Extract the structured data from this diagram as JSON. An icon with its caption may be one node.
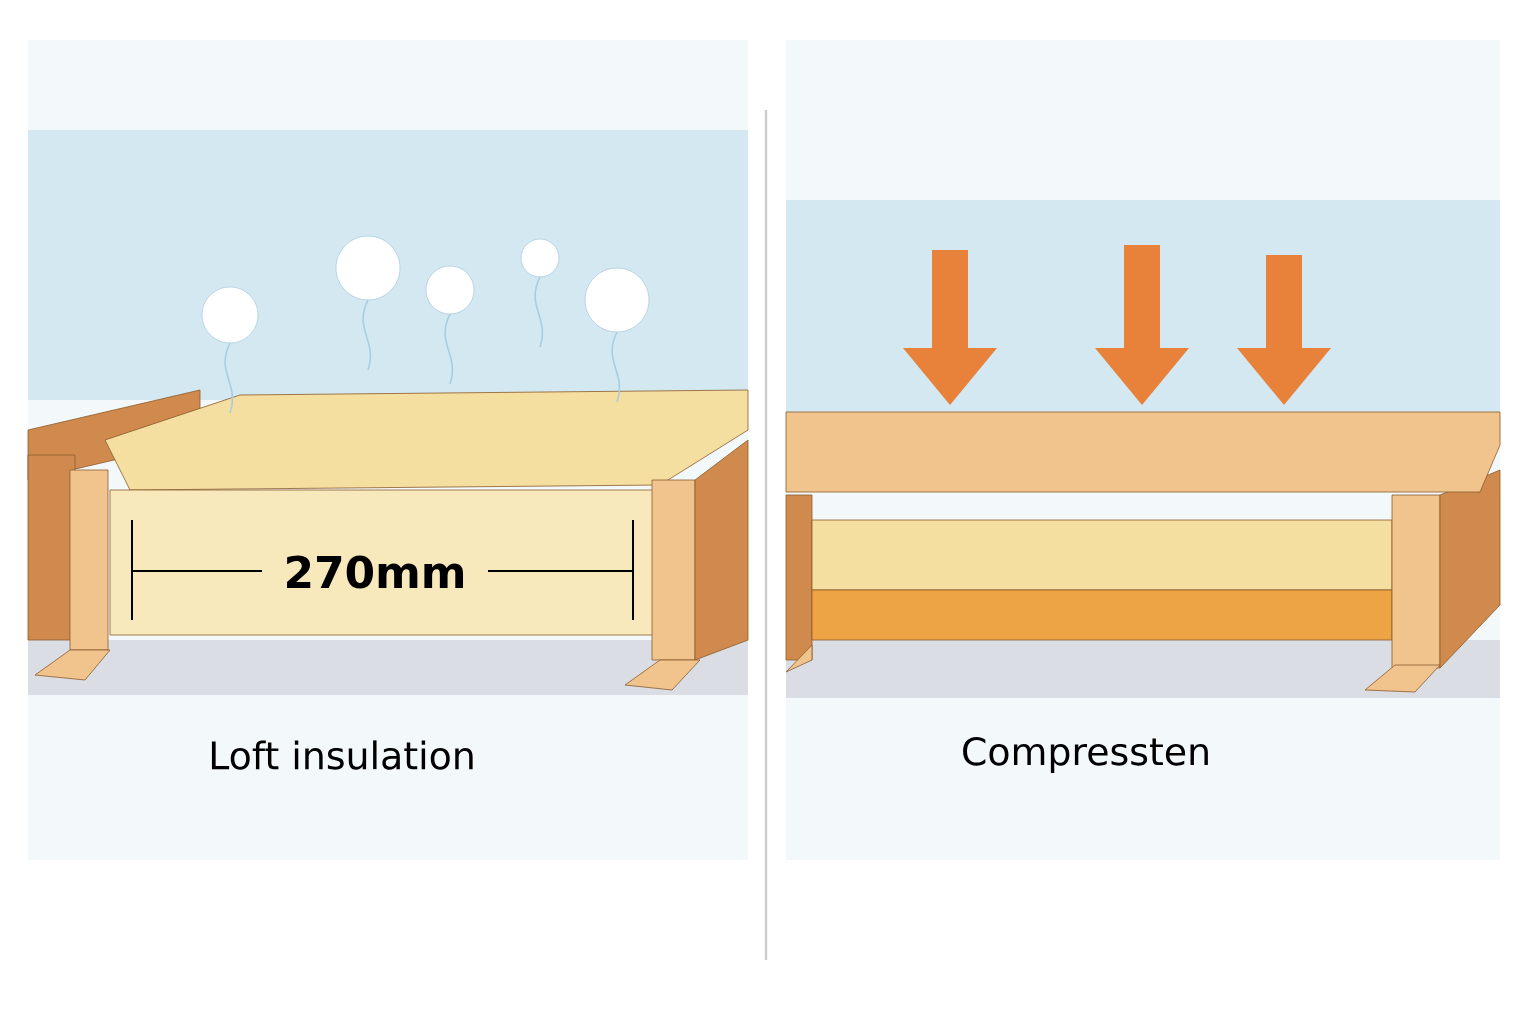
{
  "diagram": {
    "labels": [
      "270mm",
      "Loft insulation",
      "Compressten"
    ]
  }
}
